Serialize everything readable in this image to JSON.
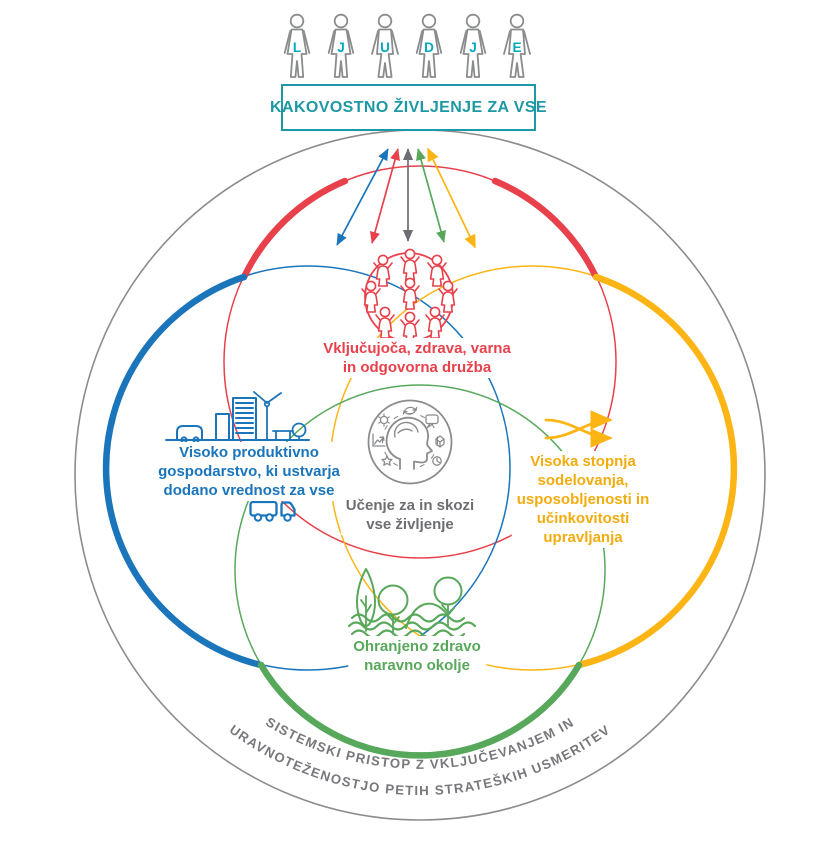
{
  "header": {
    "people_letters": [
      "L",
      "J",
      "U",
      "D",
      "J",
      "E"
    ],
    "title": "KAKOVOSTNO ŽIVLJENJE ZA VSE"
  },
  "center_arrows": {
    "count": 5,
    "colors": [
      "#1B75BB",
      "#E8414B",
      "#6D6E71",
      "#58A85B",
      "#FDB515"
    ]
  },
  "center": {
    "icon": "learning-head-icon",
    "label_lines": [
      "Učenje za in skozi",
      "vse življenje"
    ]
  },
  "sections": {
    "society": {
      "color": "#E8414B",
      "icon": "community-circle-icon",
      "label_lines": [
        "Vključujoča, zdrava, varna",
        "in odgovorna družba"
      ]
    },
    "economy": {
      "color": "#1B75BB",
      "icon": "city-economy-icon",
      "icon2": "truck-icon",
      "label_lines": [
        "Visoko produktivno",
        "gospodarstvo, ki ustvarja",
        "dodano vrednost za vse"
      ]
    },
    "governance": {
      "color": "#FDB515",
      "icon": "crossing-arrows-icon",
      "label_lines": [
        "Visoka stopnja",
        "sodelovanja,",
        "usposobljenosti in",
        "učinkovitosti",
        "upravljanja"
      ]
    },
    "environment": {
      "color": "#58A85B",
      "icon": "nature-icon",
      "label_lines": [
        "Ohranjeno zdravo",
        "naravno okolje"
      ]
    }
  },
  "footer": {
    "arc_lines": [
      "SISTEMSKI PRISTOP Z VKLJUČEVANJEM IN",
      "URAVNOTEŽENOSTJO PETIH STRATEŠKIH USMERITEV"
    ]
  },
  "colors": {
    "teal": "#1E98A4",
    "letter_cyan": "#00A9BE",
    "red": "#E8414B",
    "blue": "#1B75BB",
    "yellow": "#FDB515",
    "green": "#58A85B",
    "gray_text": "#6D6E71",
    "gray_line": "#8A8C8E"
  }
}
